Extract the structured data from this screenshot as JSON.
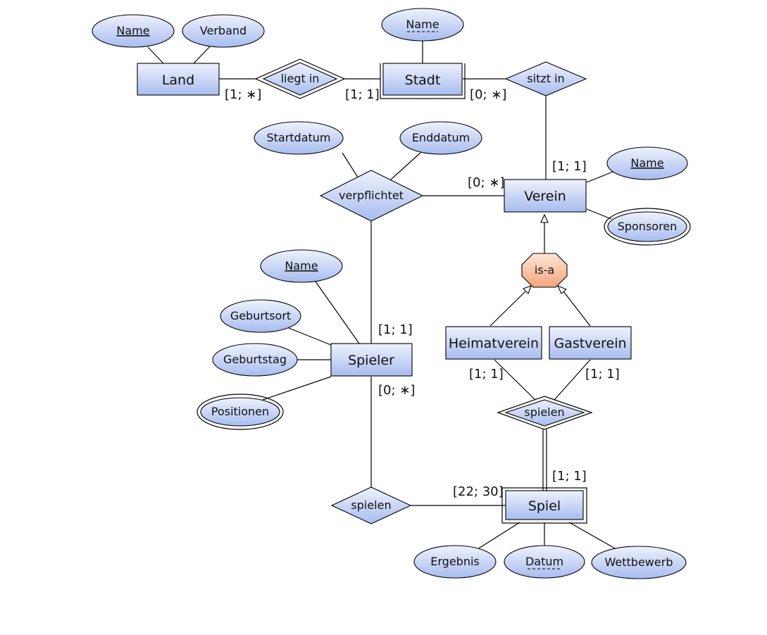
{
  "colors": {
    "entity_top": "#eef2fd",
    "entity_bottom": "#a8bcef",
    "isa_top": "#fde7d8",
    "isa_bottom": "#f3a57c",
    "stroke": "#000000"
  },
  "entities": {
    "land": "Land",
    "stadt": "Stadt",
    "verein": "Verein",
    "spieler": "Spieler",
    "heimatverein": "Heimatverein",
    "gastverein": "Gastverein",
    "spiel": "Spiel"
  },
  "relationships": {
    "liegt_in": "liegt in",
    "sitzt_in": "sitzt in",
    "verpflichtet": "verpflichtet",
    "spielen_clubs": "spielen",
    "spielen_players": "spielen",
    "isa": "is-a"
  },
  "attributes": {
    "land_name": "Name",
    "land_verband": "Verband",
    "stadt_name": "Name",
    "verein_name": "Name",
    "verein_sponsoren": "Sponsoren",
    "startdatum": "Startdatum",
    "enddatum": "Enddatum",
    "spieler_name": "Name",
    "geburtsort": "Geburtsort",
    "geburtstag": "Geburtstag",
    "positionen": "Positionen",
    "ergebnis": "Ergebnis",
    "datum": "Datum",
    "wettbewerb": "Wettbewerb"
  },
  "cardinalities": {
    "land_liegtin": "[1; ∗]",
    "stadt_liegtin": "[1; 1]",
    "stadt_sitztin": "[0; ∗]",
    "verein_sitztin": "[1; 1]",
    "verein_verpflichtet": "[0; ∗]",
    "spieler_verpflichtet": "[1; 1]",
    "spieler_spielen": "[0; ∗]",
    "heimatverein_spielen": "[1; 1]",
    "gastverein_spielen": "[1; 1]",
    "spiel_spielen_clubs": "[1; 1]",
    "spiel_spielen_players": "[22; 30]"
  }
}
